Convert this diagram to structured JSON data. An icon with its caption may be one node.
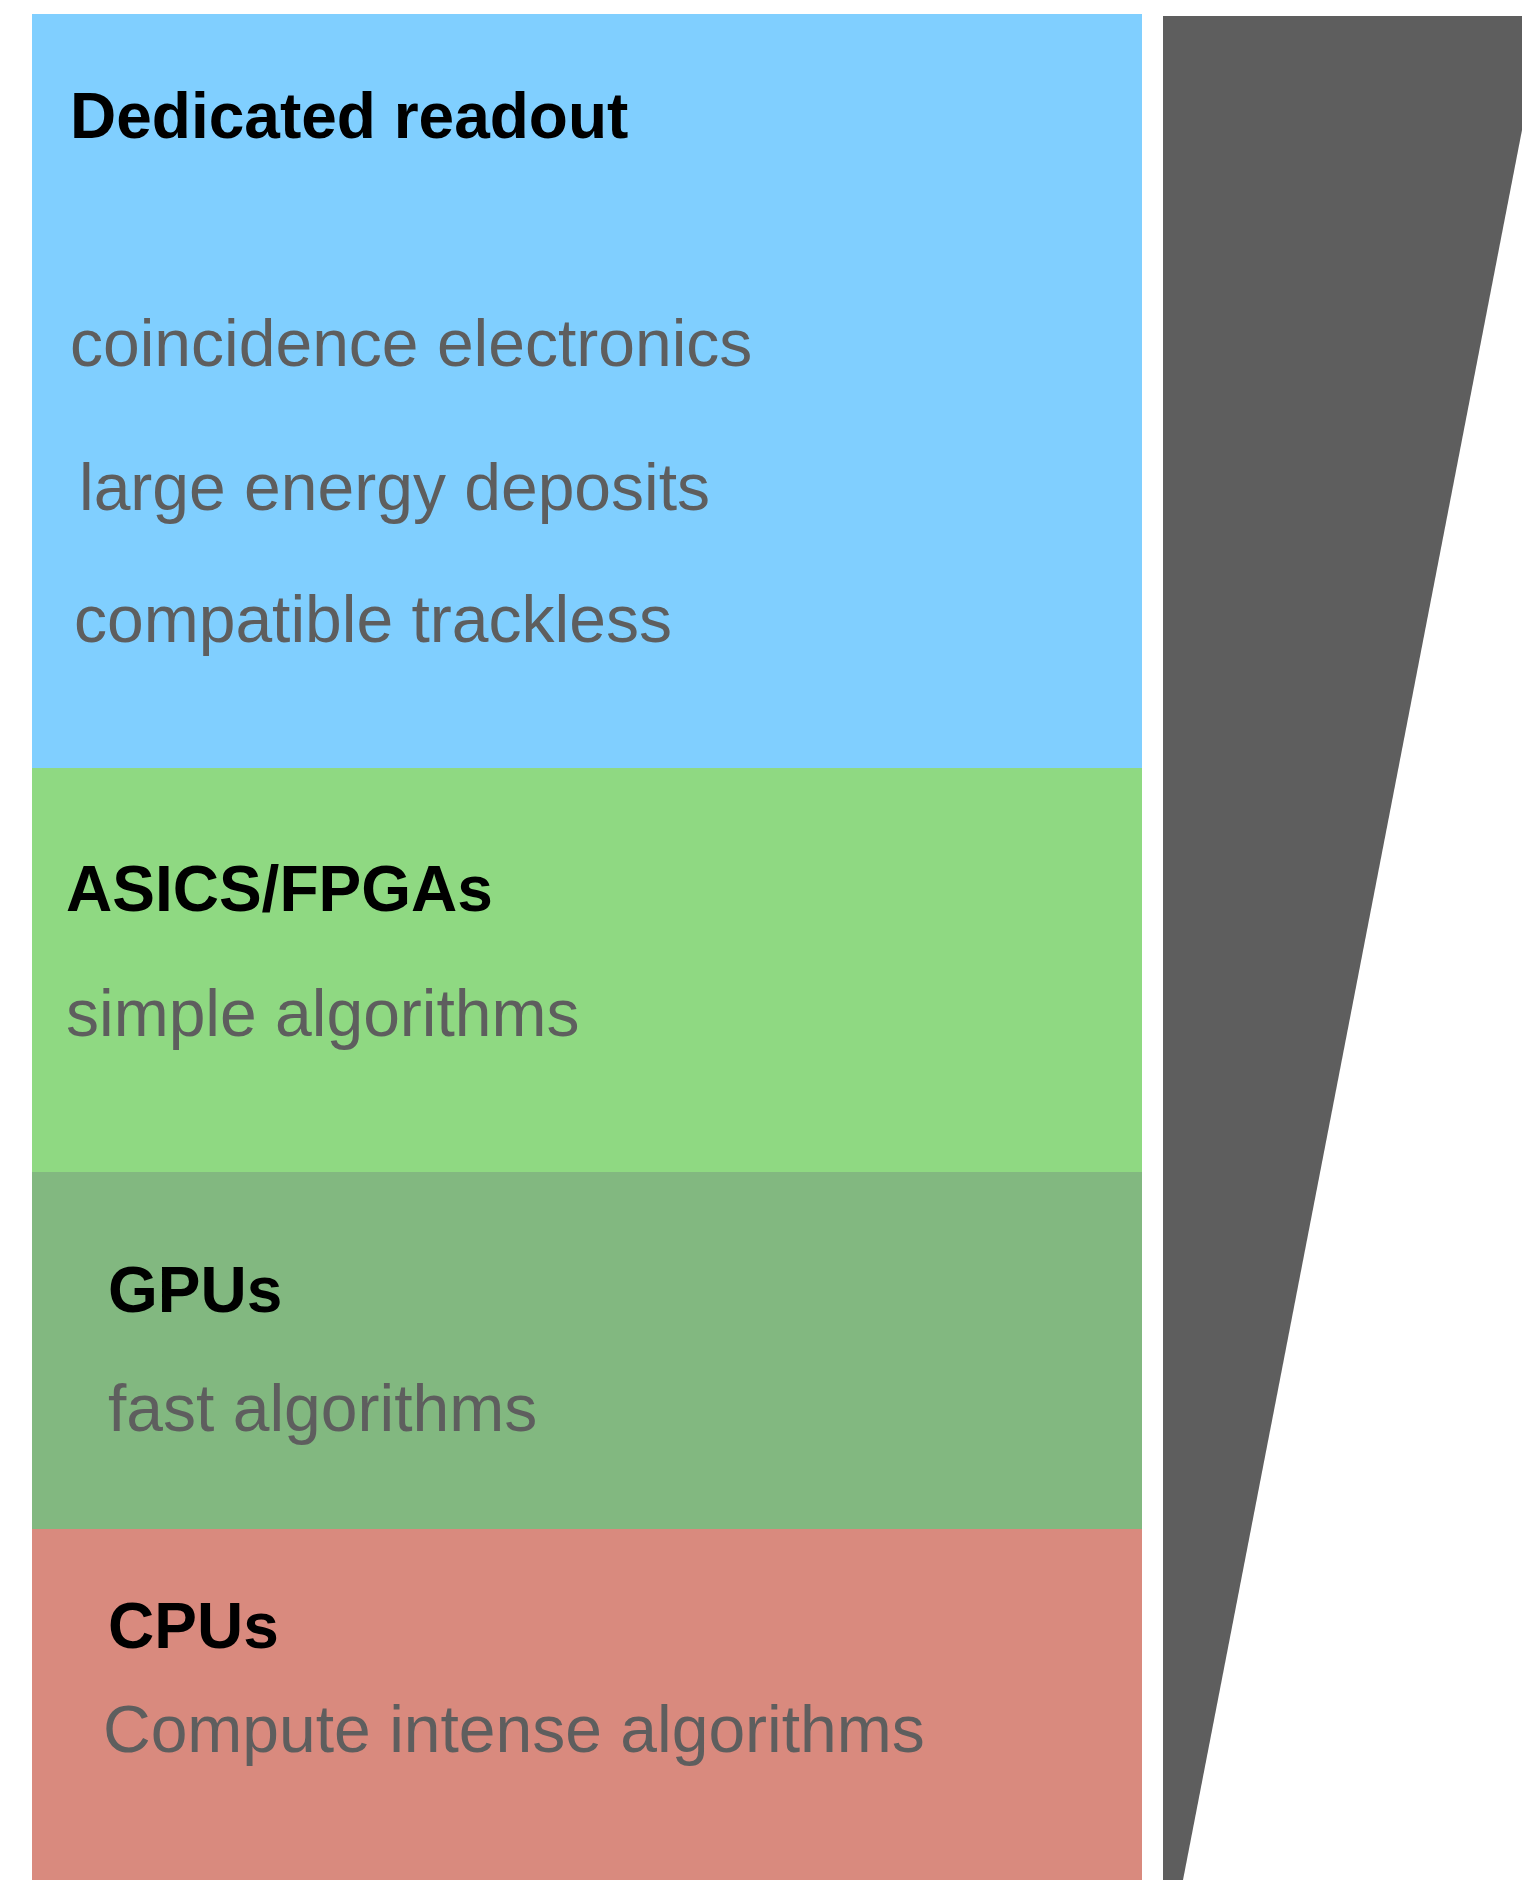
{
  "diagram": {
    "nodes": [
      {
        "text": [
          "Dedicated readout",
          "coincidence electronics",
          "large energy deposits",
          "compatible trackless"
        ]
      },
      {
        "text": [
          "ASICS/FPGAs",
          "simple algorithms"
        ]
      },
      {
        "text": [
          "GPUs",
          "fast algorithms"
        ]
      },
      {
        "text": [
          "CPUs",
          "Compute intense algorithms"
        ]
      }
    ],
    "edges": []
  }
}
